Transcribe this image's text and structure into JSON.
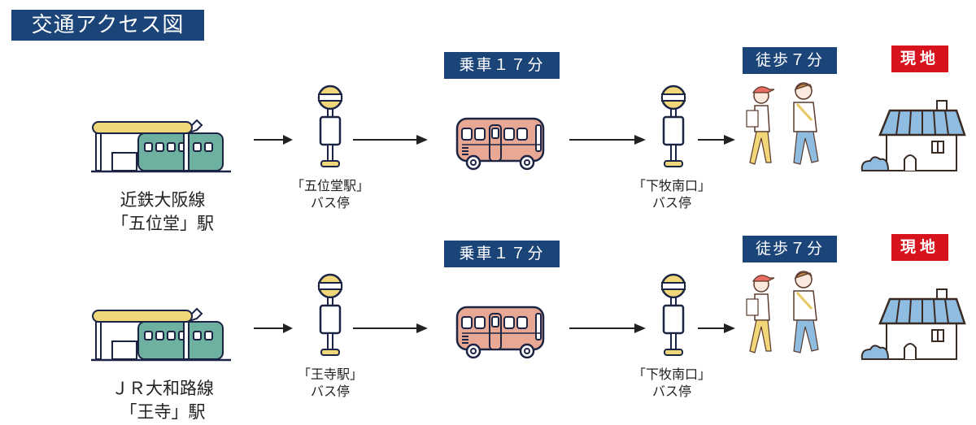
{
  "title": "交通アクセス図",
  "colors": {
    "navy": "#1b4478",
    "red": "#d7141d",
    "train": "#6fb1a0",
    "roof": "#f0d77a",
    "bus": "#e9a894",
    "house_roof": "#8fbde2",
    "line": "#1c2445"
  },
  "routes": [
    {
      "station_line": "近鉄大阪線",
      "station_name": "「五位堂」駅",
      "boarding_stop_name": "「五位堂駅」",
      "boarding_stop_suffix": "バス停",
      "ride_badge": "乗車１７分",
      "alighting_stop_name": "「下牧南口」",
      "alighting_stop_suffix": "バス停",
      "walk_badge": "徒歩７分",
      "destination_badge": "現地"
    },
    {
      "station_line": "ＪＲ大和路線",
      "station_name": "「王寺」駅",
      "boarding_stop_name": "「王寺駅」",
      "boarding_stop_suffix": "バス停",
      "ride_badge": "乗車１７分",
      "alighting_stop_name": "「下牧南口」",
      "alighting_stop_suffix": "バス停",
      "walk_badge": "徒歩７分",
      "destination_badge": "現地"
    }
  ],
  "icons": [
    "train-station-icon",
    "arrow-right-icon",
    "bus-stop-icon",
    "bus-icon",
    "walking-people-icon",
    "house-icon"
  ]
}
